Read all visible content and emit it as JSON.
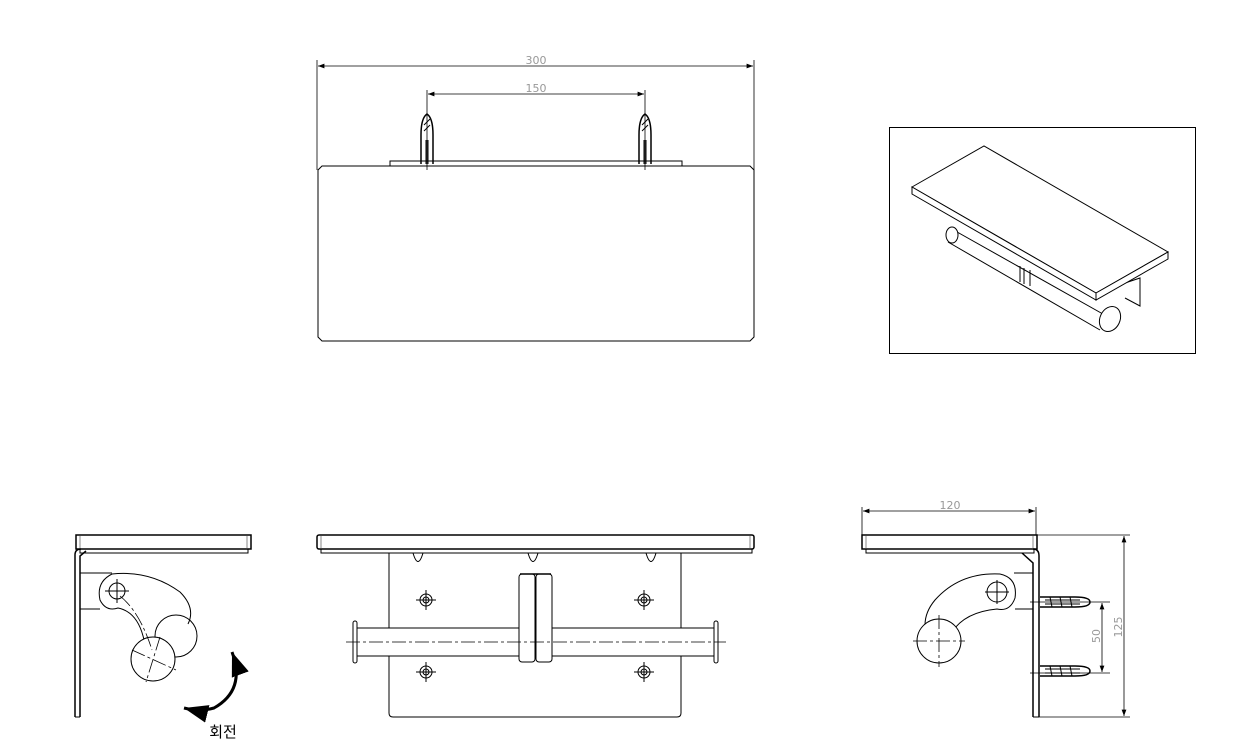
{
  "top_view": {
    "dim_total_width": "300",
    "dim_anchor_spacing": "150"
  },
  "right_side_view": {
    "dim_depth": "120",
    "dim_anchor_spacing": "50",
    "dim_height": "125"
  },
  "left_side_view": {
    "rotation_label": "회전"
  }
}
